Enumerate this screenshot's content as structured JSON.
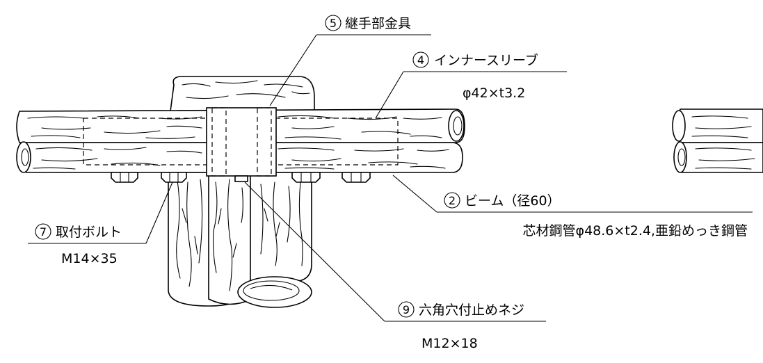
{
  "labels": {
    "joint": {
      "num": "5",
      "title": "継手部金具"
    },
    "sleeve": {
      "num": "4",
      "title": "インナースリーブ",
      "spec": "φ42×t3.2"
    },
    "beam": {
      "num": "2",
      "title": "ビーム（径60）",
      "spec": "芯材鋼管φ48.6×t2.4,亜鉛めっき鋼管"
    },
    "bolt": {
      "num": "7",
      "title": "取付ボルト",
      "spec": "M14×35"
    },
    "setscrew": {
      "num": "9",
      "title": "六角穴付止めネジ",
      "spec": "M12×18"
    }
  }
}
